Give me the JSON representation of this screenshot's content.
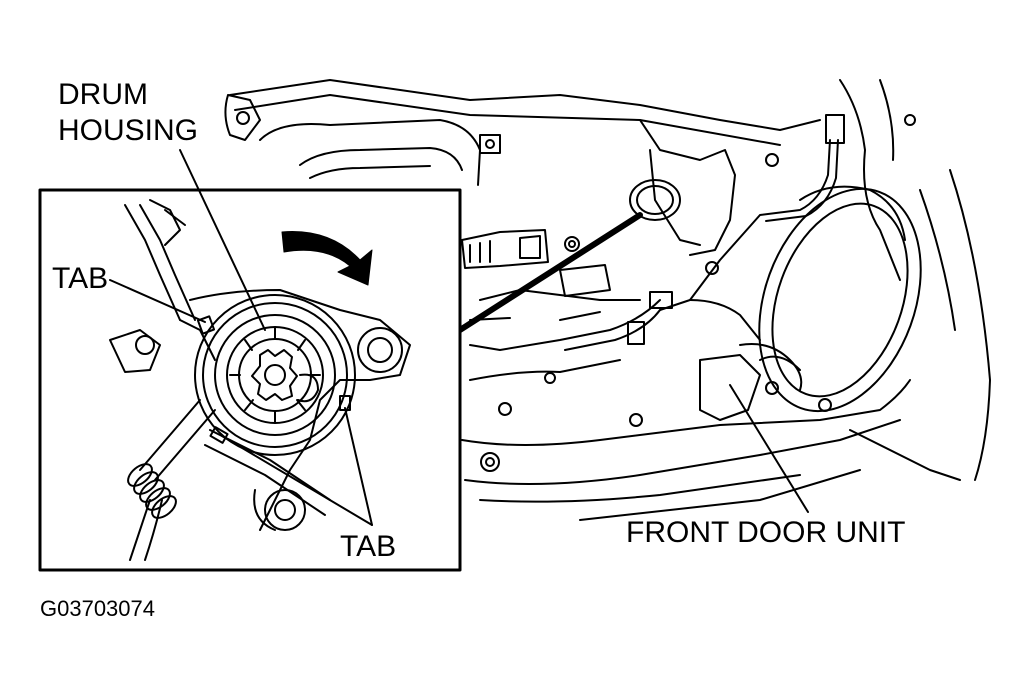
{
  "labels": {
    "drum_line1": "DRUM",
    "drum_line2": "HOUSING",
    "tab_top": "TAB",
    "tab_bottom": "TAB",
    "front_door_unit": "FRONT DOOR UNIT",
    "figure_code": "G03703074"
  },
  "colors": {
    "ink": "#000000",
    "paper": "#ffffff"
  }
}
